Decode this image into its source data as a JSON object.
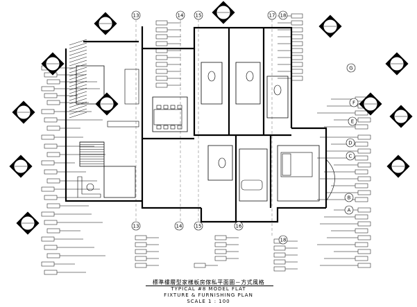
{
  "title": {
    "cn": "標準樓層型家樣板房傢私平面圖－方式風格",
    "en_line1": "TYPICAL #8 MODEL FLAT",
    "en_line2": "FIXTURE & FURNISHING PLAN",
    "scale": "SCALE 1 : 100"
  },
  "grid_markers": [
    "13",
    "14",
    "15",
    "16",
    "17",
    "18",
    "G",
    "F",
    "E",
    "D",
    "C",
    "B",
    "A"
  ]
}
